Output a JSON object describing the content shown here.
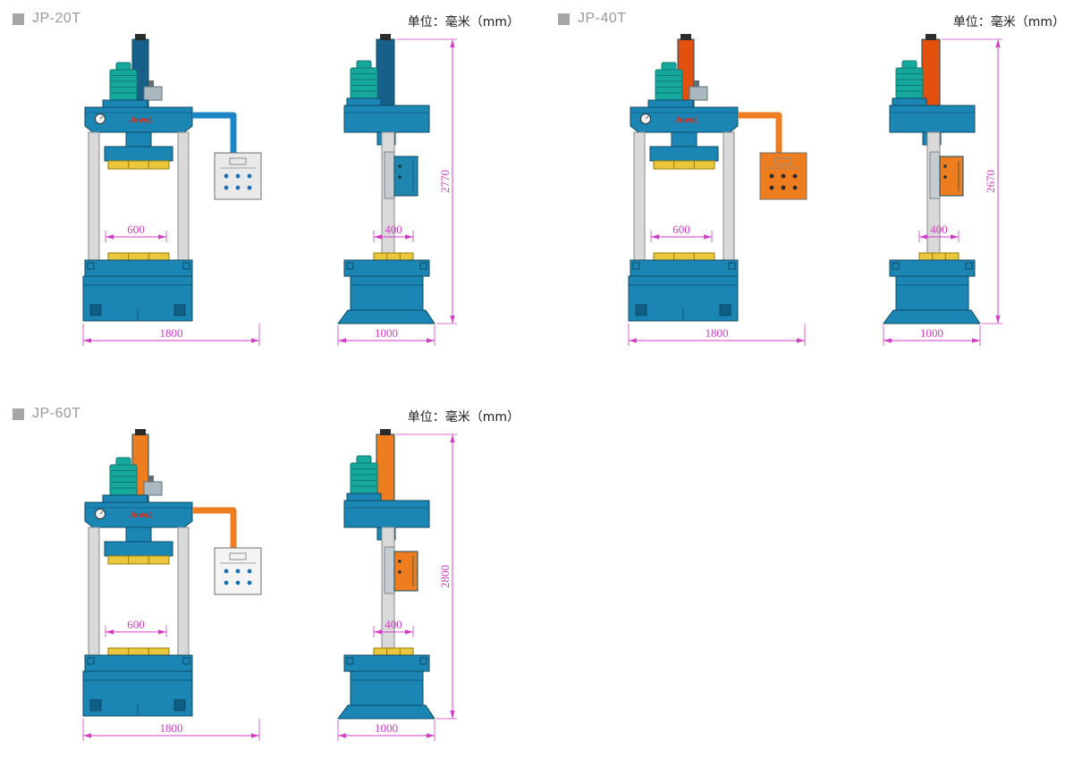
{
  "unit_label": "单位：毫米（mm）",
  "logo": "JeweL",
  "colors": {
    "machine_blue": "#1b86b4",
    "machine_outline": "#0c4a66",
    "motor_teal": "#17a89d",
    "motor_teal_dark": "#0c7a72",
    "pad_yellow": "#eac63c",
    "pad_yellow_dark": "#9c7c08",
    "column_gray": "#d9d9d9",
    "column_gray_dark": "#8a8a8a",
    "dimension_magenta": "#d53cc8"
  },
  "panels": [
    {
      "model": "JP-20T",
      "colors": {
        "cylinder": "#16608a",
        "pipe": "#1d86c6",
        "control_fill": "#e9e9e9",
        "control_dot": "#1b6fb5",
        "side_box": "#1f86b0"
      },
      "dims": {
        "front_table": "600",
        "front_base": "1800",
        "side_table": "400",
        "side_base": "1000",
        "height": "2770"
      }
    },
    {
      "model": "JP-40T",
      "colors": {
        "cylinder": "#e4500e",
        "pipe": "#ee7d1f",
        "control_fill": "#ee7d1f",
        "control_dot": "#2b2b2b",
        "side_box": "#ee7d1f"
      },
      "dims": {
        "front_table": "600",
        "front_base": "1800",
        "side_table": "400",
        "side_base": "1000",
        "height": "2670"
      }
    },
    {
      "model": "JP-60T",
      "colors": {
        "cylinder": "#ee7d1f",
        "pipe": "#ee7d1f",
        "control_fill": "#f4f4f4",
        "control_dot": "#1b6fb5",
        "side_box": "#ee7d1f"
      },
      "dims": {
        "front_table": "600",
        "front_base": "1800",
        "side_table": "400",
        "side_base": "1000",
        "height": "2800"
      }
    }
  ]
}
